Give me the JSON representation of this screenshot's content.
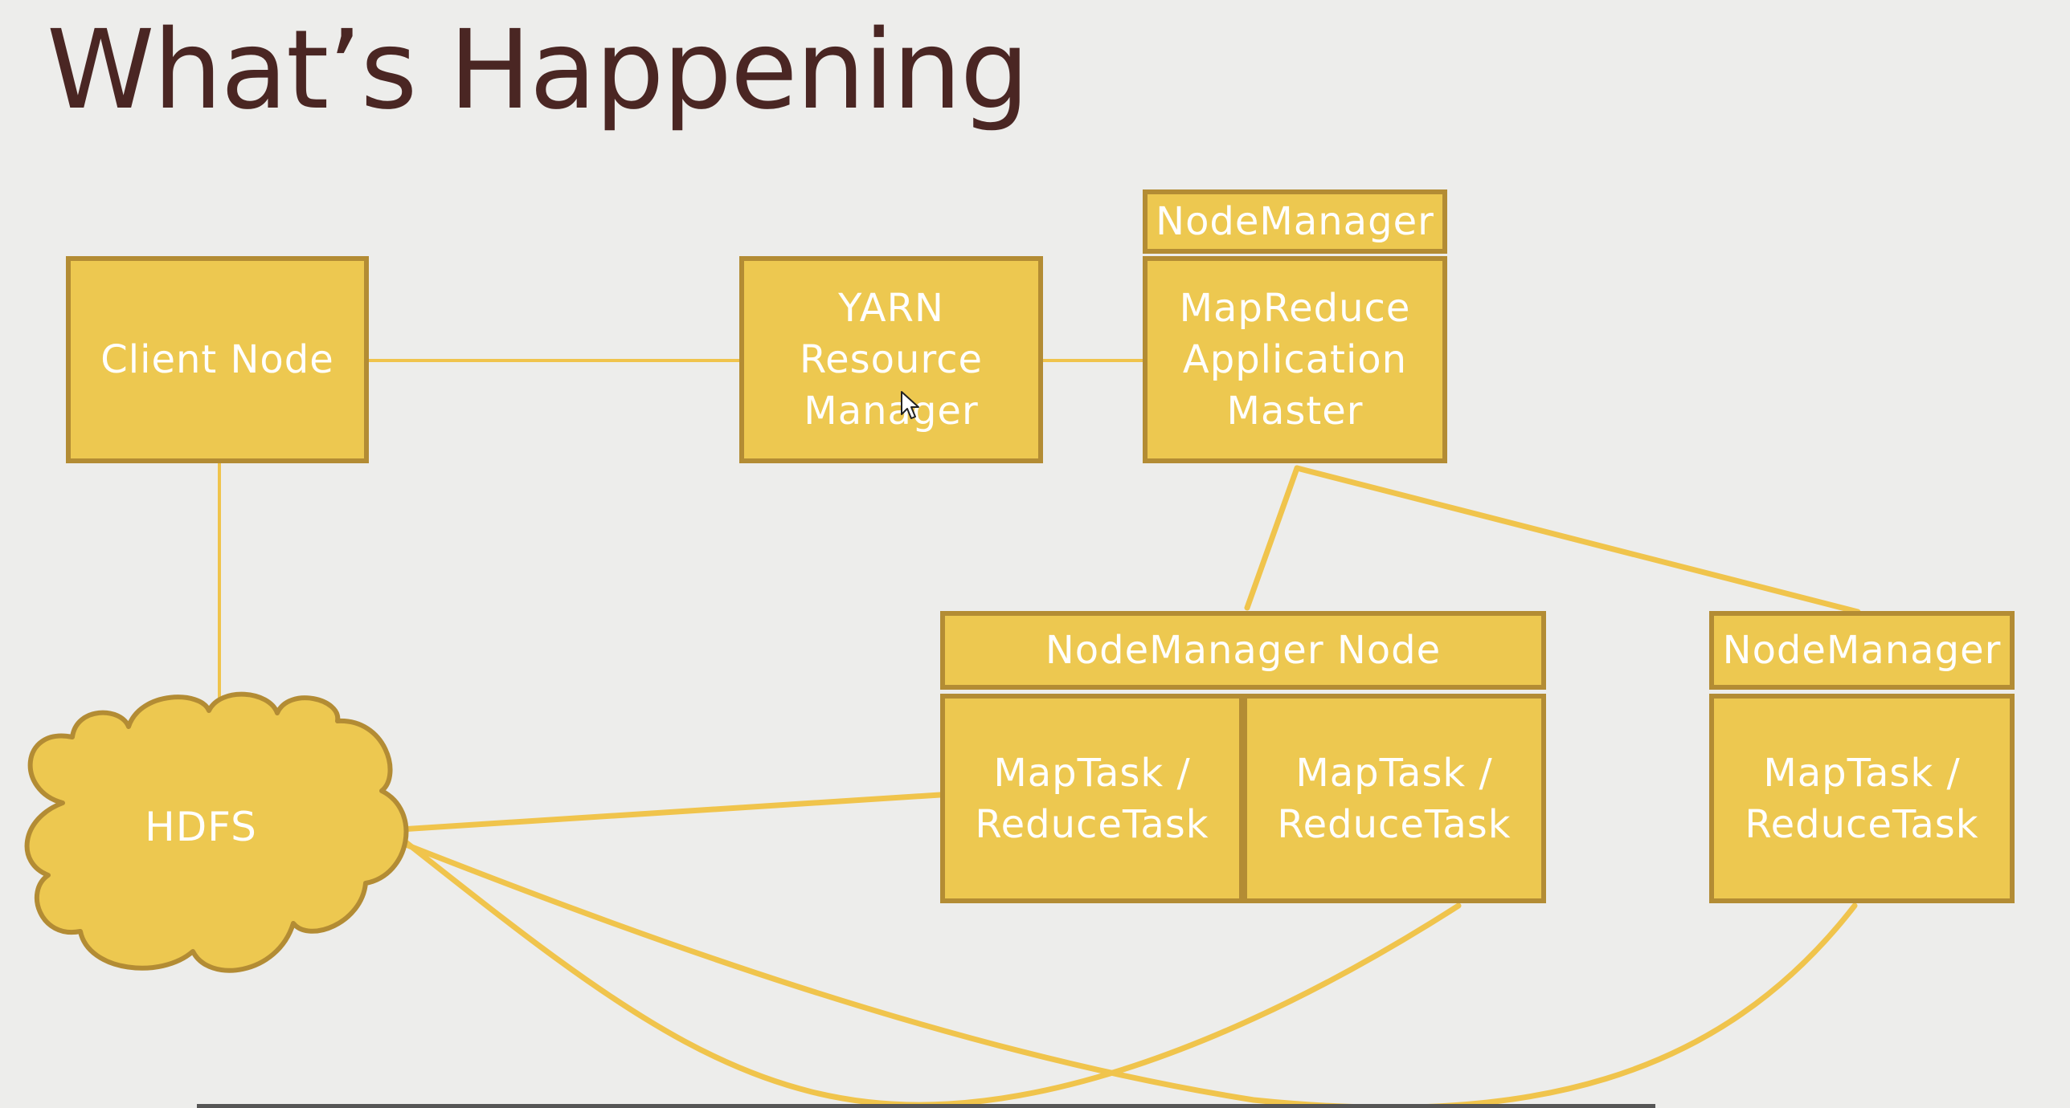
{
  "slide": {
    "title": "What’s Happening"
  },
  "nodes": {
    "client": "Client Node",
    "yarn": "YARN\nResource\nManager",
    "nm_top_header": "NodeManager",
    "app_master": "MapReduce\nApplication\nMaster",
    "nm_node_header": "NodeManager Node",
    "task_1": "MapTask /\nReduceTask",
    "task_2": "MapTask /\nReduceTask",
    "nm_right_header": "NodeManager",
    "task_3": "MapTask /\nReduceTask",
    "hdfs": "HDFS"
  },
  "colors": {
    "box_fill": "#edc850",
    "box_border": "#b38c34",
    "line": "#f0c44c",
    "title": "#4a2623",
    "background": "#ededeb"
  }
}
